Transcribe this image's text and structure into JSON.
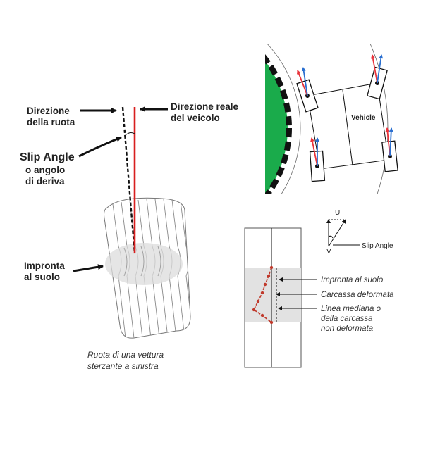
{
  "left_diagram": {
    "label_wheel_direction": [
      "Direzione",
      "della ruota"
    ],
    "label_vehicle_direction": [
      "Direzione reale",
      "del veicolo"
    ],
    "label_slip_angle": "Slip Angle",
    "label_slip_angle_it": [
      "o angolo",
      "di deriva"
    ],
    "label_footprint": [
      "Impronta",
      "al suolo"
    ],
    "caption": [
      "Ruota di una vettura",
      "sterzante a sinistra"
    ]
  },
  "top_right_diagram": {
    "vehicle_label": "Vehicle",
    "colors": {
      "ground": "#1aab4b",
      "velocity_arrow": "#e8333b",
      "heading_arrow": "#2a6fd0"
    }
  },
  "bottom_right_diagram": {
    "label_u": "U",
    "label_v": "V",
    "label_slip_angle": "Slip Angle",
    "label_footprint": "Impronta al suolo",
    "label_deformed": "Carcassa deformata",
    "label_midline": [
      "Linea mediana o",
      "della carcassa",
      "non deformata"
    ],
    "colors": {
      "contact_zone": "#e2e2e2",
      "deformed_line": "#c0392b"
    }
  },
  "colors": {
    "vehicle_direction_line": "#d81e1e",
    "text": "#222222"
  }
}
